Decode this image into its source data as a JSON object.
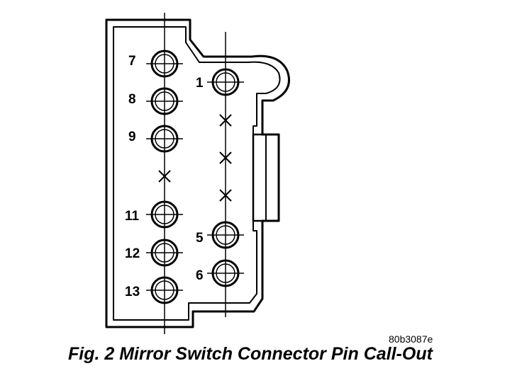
{
  "figure": {
    "caption": "Fig. 2 Mirror Switch Connector Pin Call-Out",
    "reference_code": "80b3087e",
    "line_color": "#000000",
    "background_color": "#ffffff"
  },
  "pins": {
    "p7": "7",
    "p8": "8",
    "p9": "9",
    "p11": "11",
    "p12": "12",
    "p13": "13",
    "p1": "1",
    "p5": "5",
    "p6": "6"
  },
  "empty_cavities": {
    "left_column": 1,
    "right_column": 3
  }
}
